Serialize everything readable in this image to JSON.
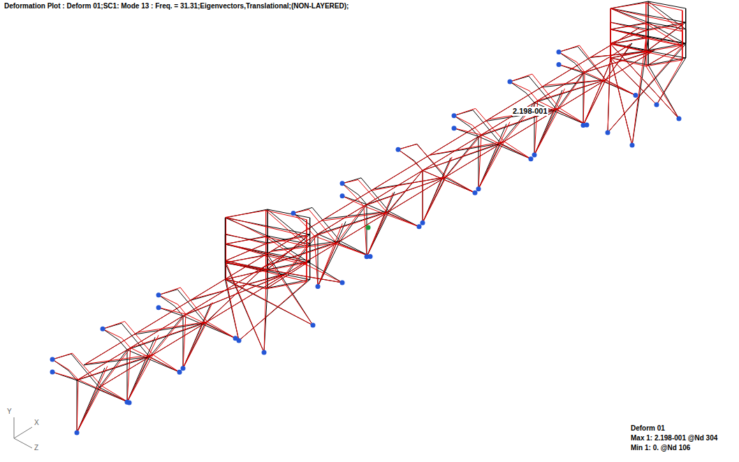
{
  "diagram": {
    "title": "Deformation Plot : Deform 01;SC1: Mode 13 : Freq. = 31.31;Eigenvectors,Translational;(NON-LAYERED);",
    "labels": [
      "2.198-001",
      "Deform 01",
      "Max 1: 2.198-001 @Nd 304",
      "Min 1: 0. @Nd 106",
      "Y",
      "X",
      "Z"
    ]
  }
}
